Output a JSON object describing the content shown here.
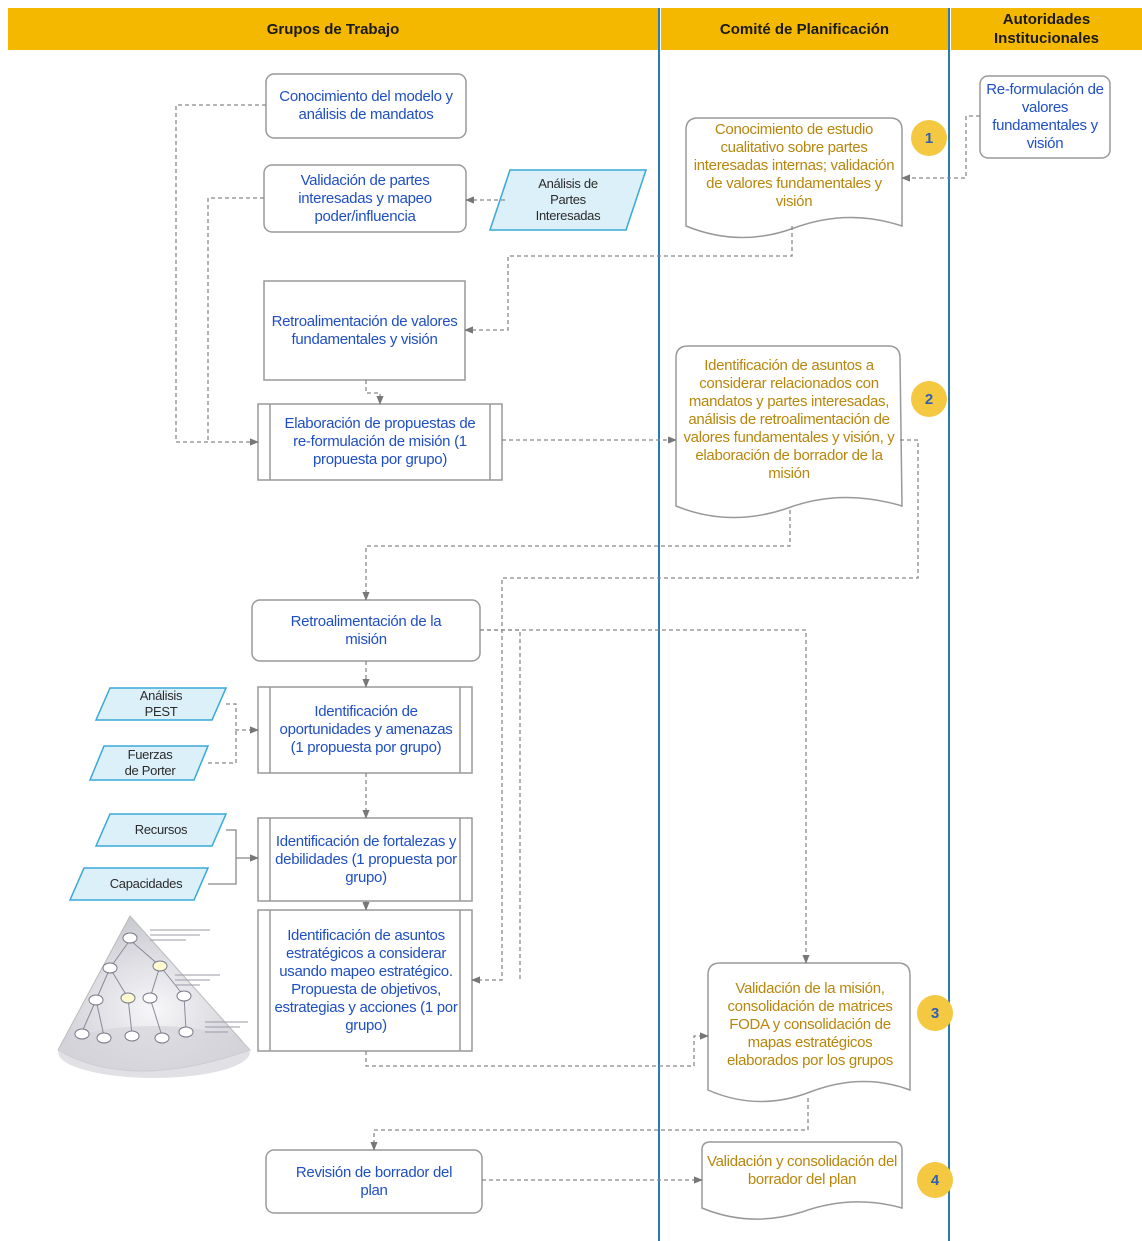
{
  "lanes": [
    {
      "label": "Grupos de Trabajo"
    },
    {
      "label": "Comité de Planificación"
    },
    {
      "label": "Autoridades Institucionales"
    }
  ],
  "steps": {
    "conocimiento_modelo": "Conocimiento del modelo y análisis de mandatos",
    "validacion_partes": "Validación de partes interesadas y mapeo poder/influencia",
    "retro_valores": "Retroalimentación de valores fundamentales y visión",
    "elaboracion_propuestas": "Elaboración de propuestas de re-formulación de misión (1 propuesta por grupo)",
    "retro_mision": "Retroalimentación de la misión",
    "ident_oportunidades": "Identificación de oportunidades y amenazas (1 propuesta por grupo)",
    "ident_fortalezas": "Identificación de fortalezas y debilidades (1 propuesta por grupo)",
    "ident_asuntos": "Identificación de asuntos estratégicos a considerar usando mapeo estratégico. Propuesta de objetivos, estrategias y acciones (1 por grupo)",
    "revision_borrador": "Revisión de borrador del plan",
    "reformulacion_valores": "Re-formulación de valores fundamentales y visión",
    "comite_1": "Conocimiento de estudio cualitativo sobre partes interesadas internas; validación de valores fundamentales y visión",
    "comite_2": "Identificación de asuntos a considerar relacionados con mandatos y partes interesadas, análisis de retroalimentación de valores fundamentales y visión, y elaboración de borrador de la misión",
    "comite_3": "Validación de la misión, consolidación de matrices FODA y consolidación de mapas estratégicos elaborados por los grupos",
    "comite_4": "Validación y consolidación del borrador del plan"
  },
  "inputs": {
    "analisis_partes": "Análisis de Partes Interesadas",
    "analisis_pest": "Análisis PEST",
    "fuerzas_porter": "Fuerzas de Porter",
    "recursos": "Recursos",
    "capacidades": "Capacidades"
  },
  "badges": [
    "1",
    "2",
    "3",
    "4"
  ],
  "colors": {
    "header": "#f5b800",
    "lane_line": "#2a7ab8",
    "step_text": "#1f4fc4",
    "committee_text": "#b8860b",
    "badge": "#f5c842",
    "input_fill": "#dcf0fa",
    "input_stroke": "#38a8d8"
  },
  "cone_icon": "strategic-map-cone-icon"
}
